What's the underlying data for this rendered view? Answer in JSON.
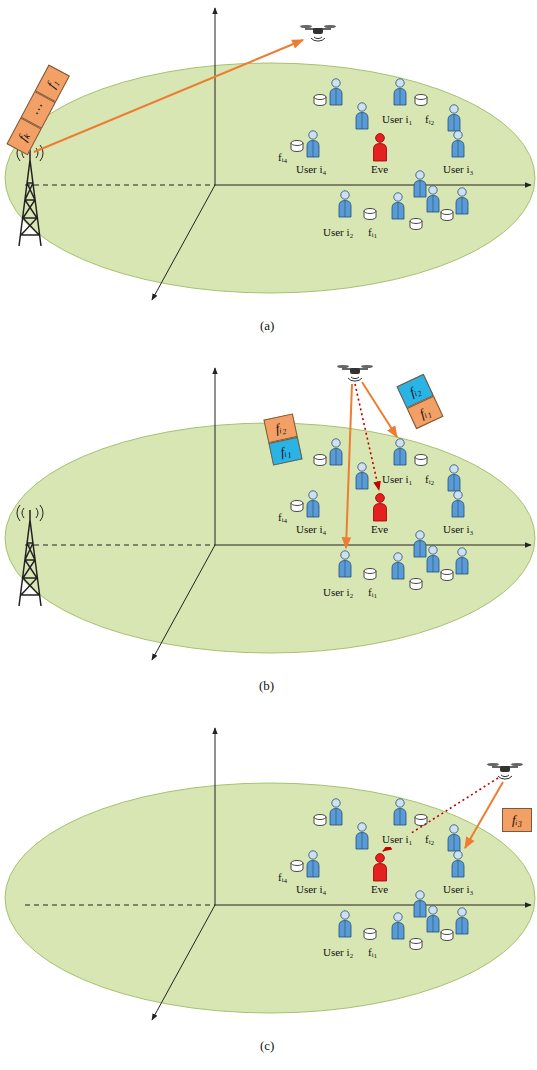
{
  "diagram": {
    "nodes": [
      {
        "text": [
          "f₁"
        ]
      },
      {
        "text": [
          "⋯"
        ]
      },
      {
        "text": [
          "fₖ"
        ]
      },
      {
        "text": [
          "fᵢ₂"
        ]
      },
      {
        "text": [
          "fᵢ₁"
        ]
      },
      {
        "text": [
          "fᵢ₂"
        ]
      },
      {
        "text": [
          "fᵢ₁"
        ]
      },
      {
        "text": [
          "fᵢ₃"
        ]
      }
    ],
    "labels": [
      "User i₁",
      "fᵢ₂",
      "fᵢ₄",
      "User i₄",
      "Eve",
      "User i₃",
      "User i₂",
      "fᵢ₁",
      "(a)",
      "User i₁",
      "fᵢ₂",
      "fᵢ₄",
      "User i₄",
      "Eve",
      "User i₃",
      "User i₂",
      "fᵢ₁",
      "(b)",
      "User i₁",
      "fᵢ₂",
      "fᵢ₄",
      "User i₄",
      "Eve",
      "User i₃",
      "User i₂",
      "fᵢ₁",
      "(c)"
    ]
  }
}
